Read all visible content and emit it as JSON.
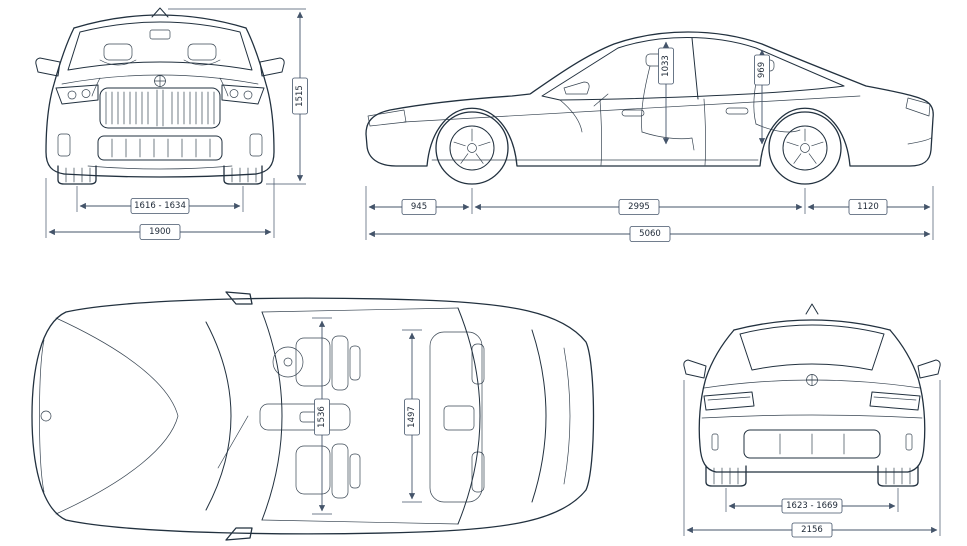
{
  "page": {
    "background": "#ffffff"
  },
  "diagram": {
    "subject": "car dimensions blueprint",
    "colors": {
      "line": "#22313f",
      "dimension": "#44546a"
    },
    "front_view": {
      "overall_height": "1515",
      "front_track": "1616 - 1634",
      "overall_width": "1900"
    },
    "side_view": {
      "front_interior_height": "1033",
      "rear_interior_height": "969",
      "front_overhang": "945",
      "wheelbase": "2995",
      "rear_overhang": "1120",
      "overall_length": "5060"
    },
    "top_view": {
      "front_interior_width": "1536",
      "rear_interior_width": "1497"
    },
    "rear_view": {
      "rear_track": "1623 - 1669",
      "width_incl_mirrors": "2156"
    }
  }
}
